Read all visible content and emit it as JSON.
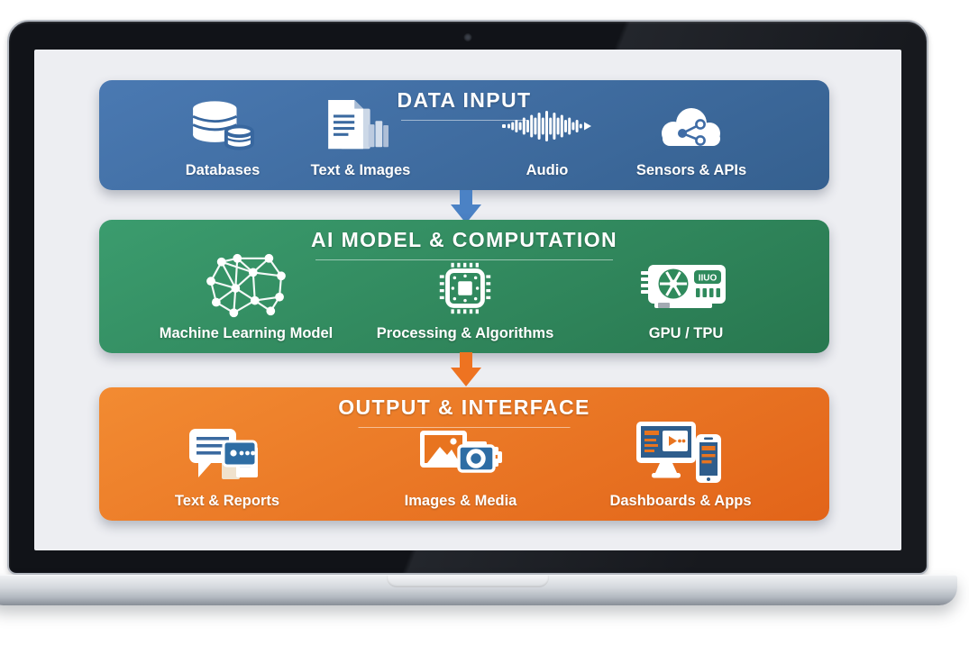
{
  "device": {
    "type": "laptop-mockup",
    "bezel_color": "#15171c",
    "base_color": "#c4c9d0",
    "screen_background": "#edeef2"
  },
  "diagram": {
    "bands": [
      {
        "id": "data-input",
        "title": "DATA INPUT",
        "color": "#3f6ea8",
        "items": [
          {
            "label": "Databases",
            "icon": "database-icon"
          },
          {
            "label": "Text & Images",
            "icon": "documents-icon"
          },
          {
            "label": "Audio",
            "icon": "audio-waveform-icon"
          },
          {
            "label": "Sensors & APIs",
            "icon": "cloud-share-icon"
          }
        ]
      },
      {
        "id": "ai-model-computation",
        "title": "AI MODEL & COMPUTATION",
        "color": "#319165",
        "items": [
          {
            "label": "Machine Learning Model",
            "icon": "neural-network-icon"
          },
          {
            "label": "Processing & Algorithms",
            "icon": "chip-icon"
          },
          {
            "label": "GPU / TPU",
            "icon": "gpu-card-icon"
          }
        ]
      },
      {
        "id": "output-interface",
        "title": "OUTPUT & INTERFACE",
        "color": "#ec7420",
        "items": [
          {
            "label": "Text & Reports",
            "icon": "chat-report-icon"
          },
          {
            "label": "Images & Media",
            "icon": "image-media-icon"
          },
          {
            "label": "Dashboards & Apps",
            "icon": "devices-icon"
          }
        ]
      }
    ],
    "arrows": [
      {
        "from": "data-input",
        "to": "ai-model-computation",
        "color": "#4b82c5"
      },
      {
        "from": "ai-model-computation",
        "to": "output-interface",
        "color": "#ee7321"
      }
    ],
    "gpu_chip_text": "IIUO"
  }
}
